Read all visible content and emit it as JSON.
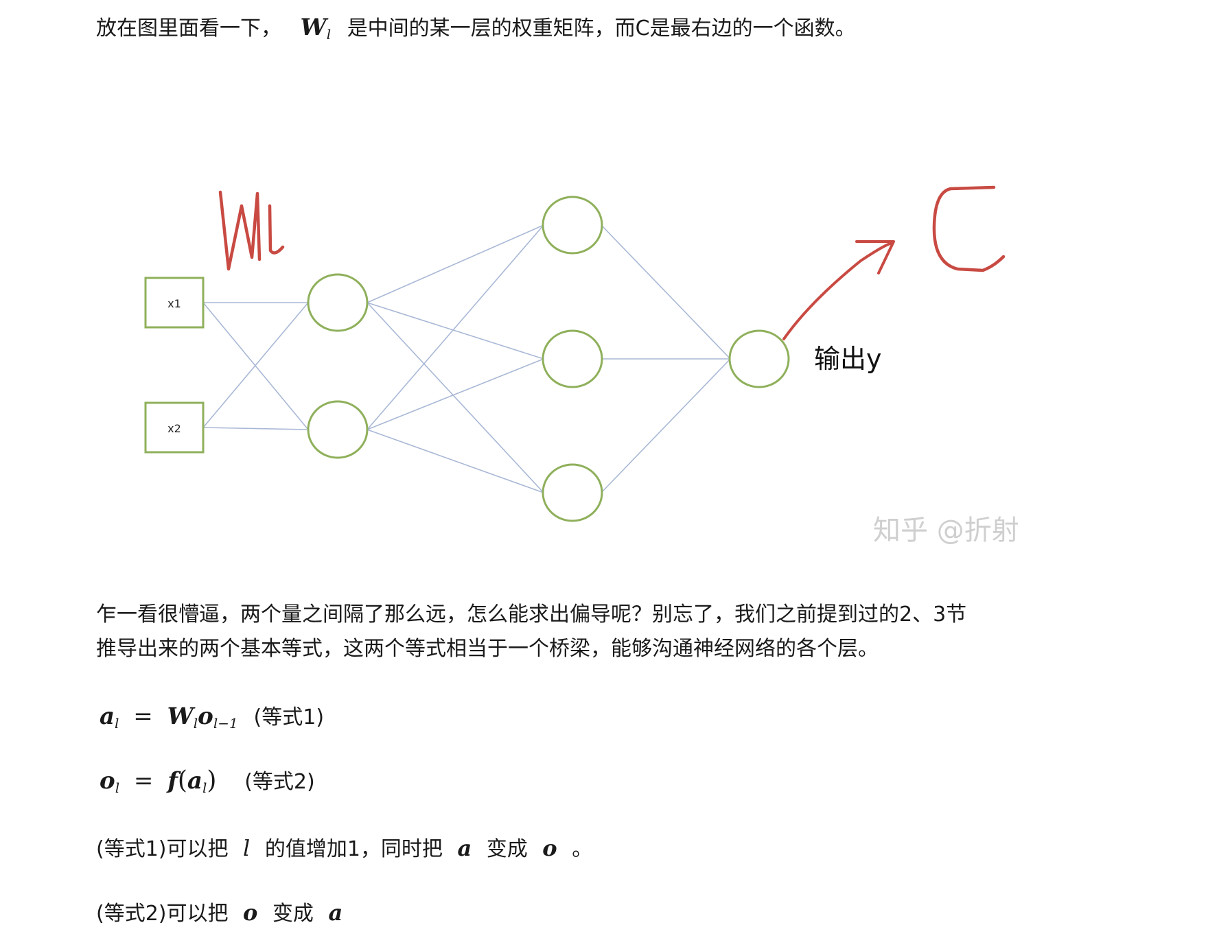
{
  "intro": {
    "pre": "放在图里面看一下，",
    "w_sym": "W",
    "w_sub": "l",
    "post": "是中间的某一层的权重矩阵，而C是最右边的一个函数。"
  },
  "figure": {
    "input_nodes": [
      "x1",
      "x2"
    ],
    "handwritten_w": "Wl",
    "handwritten_c": "C",
    "output_label": "输出y",
    "watermark": "知乎 @折射",
    "colors": {
      "node_stroke": "#8fb05b",
      "edge": "#a9b8d6",
      "handwriting": "#c84a42",
      "watermark": "#cfcfcf"
    }
  },
  "para2": {
    "line1": "乍一看很懵逼，两个量之间隔了那么远，怎么能求出偏导呢？别忘了，我们之前提到过的2、3节",
    "line2": "推导出来的两个基本等式，这两个等式相当于一个桥梁，能够沟通神经网络的各个层。"
  },
  "eq1": {
    "lhs": "a",
    "lhs_sub": "l",
    "op": "=",
    "r1": "W",
    "r1_sub": "l",
    "r2": "o",
    "r2_sub": "l−1",
    "tag": "(等式1)"
  },
  "eq2": {
    "lhs": "o",
    "lhs_sub": "l",
    "op": "=",
    "f": "f",
    "open": "(",
    "arg": "a",
    "arg_sub": "l",
    "close": ")",
    "tag": "(等式2)"
  },
  "note1": {
    "pre": "(等式1)可以把",
    "var": "l",
    "mid": "的值增加1，同时把",
    "a": "a",
    "mid2": "变成",
    "o": "o",
    "end": "。"
  },
  "note2": {
    "pre": "(等式2)可以把",
    "o": "o",
    "mid": "变成",
    "a": "a"
  }
}
